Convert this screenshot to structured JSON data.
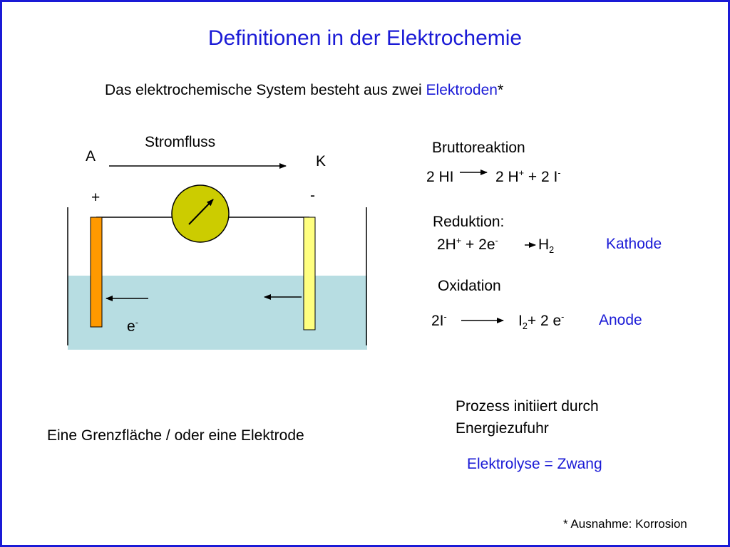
{
  "slide": {
    "title": "Definitionen in der Elektrochemie",
    "subtitle_prefix": "Das elektrochemische System besteht aus zwei ",
    "subtitle_highlight": "Elektroden",
    "subtitle_suffix": "*",
    "footnote": "* Ausnahme: Korrosion"
  },
  "cell": {
    "current_label": "Stromfluss",
    "anode_letter": "A",
    "cathode_letter": "K",
    "plus_sign": "+",
    "minus_sign": "-",
    "electron_label": "e",
    "electron_charge": "-",
    "caption": "Eine Grenzfläche / oder eine Elektrode"
  },
  "reactions": {
    "gross": {
      "heading": "Bruttoreaktion",
      "left": "2 HI",
      "right_a": "2 H",
      "right_a_sup": "+",
      "right_b": " + 2 I",
      "right_b_sup": "-"
    },
    "reduction": {
      "heading": "Reduktion:",
      "left_a": "2H",
      "left_a_sup": "+",
      "left_b": " + 2e",
      "left_b_sup": "-",
      "product": "H",
      "product_sub": "2",
      "electrode": "Kathode"
    },
    "oxidation": {
      "heading": "Oxidation",
      "left": "2I",
      "left_sup": "-",
      "product": "I",
      "product_sub": "2",
      "product_rest": "+ 2 e",
      "product_rest_sup": "-",
      "electrode": "Anode"
    }
  },
  "process": {
    "line1": "Prozess initiiert durch",
    "line2": "Energiezufuhr",
    "conclusion": "Elektrolyse = Zwang"
  },
  "colors": {
    "title_blue": "#1a1ad6",
    "anode_electrode": "#ff9900",
    "cathode_electrode": "#ffff80",
    "electrolyte": "#b7dde2",
    "meter": "#cccc00"
  }
}
